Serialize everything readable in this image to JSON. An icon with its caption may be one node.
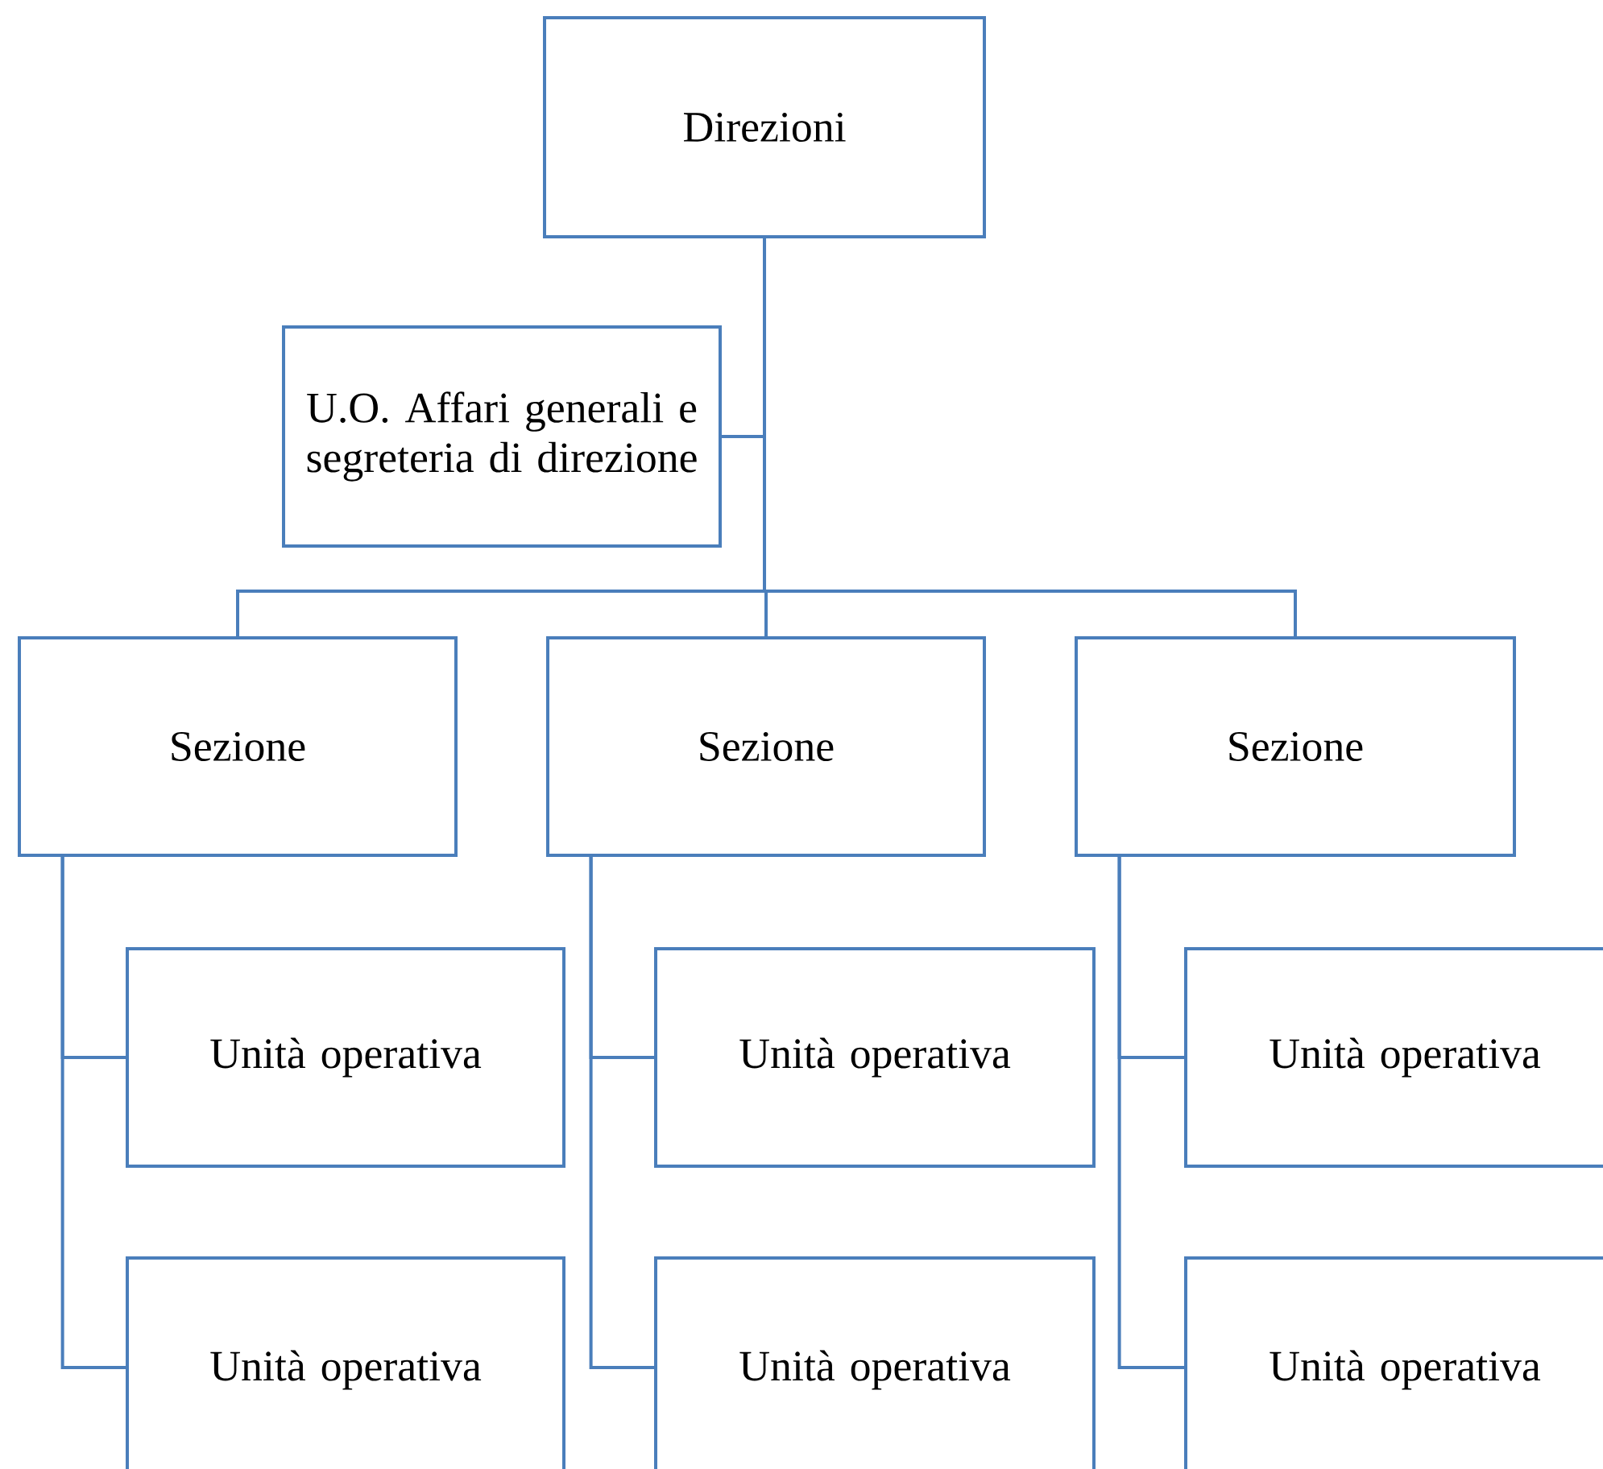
{
  "diagram": {
    "nodes": [
      {
        "text": [
          "Direzioni"
        ]
      },
      {
        "text": [
          "U.O. Affari generali e segreteria di direzione"
        ]
      },
      {
        "text": [
          "Sezione"
        ]
      },
      {
        "text": [
          "Sezione"
        ]
      },
      {
        "text": [
          "Sezione"
        ]
      },
      {
        "text": [
          "Unità operativa"
        ]
      },
      {
        "text": [
          "Unità operativa"
        ]
      },
      {
        "text": [
          "Unità operativa"
        ]
      },
      {
        "text": [
          "Unità operativa"
        ]
      },
      {
        "text": [
          "Unità operativa"
        ]
      },
      {
        "text": [
          "Unità operativa"
        ]
      }
    ],
    "edges": [
      {
        "from": 0,
        "to": 1,
        "arrow": "none"
      },
      {
        "from": 0,
        "to": 2,
        "arrow": "none"
      },
      {
        "from": 0,
        "to": 3,
        "arrow": "none"
      },
      {
        "from": 0,
        "to": 4,
        "arrow": "none"
      },
      {
        "from": 2,
        "to": 5,
        "arrow": "none"
      },
      {
        "from": 2,
        "to": 6,
        "arrow": "none"
      },
      {
        "from": 3,
        "to": 7,
        "arrow": "none"
      },
      {
        "from": 3,
        "to": 8,
        "arrow": "none"
      },
      {
        "from": 4,
        "to": 9,
        "arrow": "none"
      },
      {
        "from": 4,
        "to": 10,
        "arrow": "none"
      }
    ]
  }
}
